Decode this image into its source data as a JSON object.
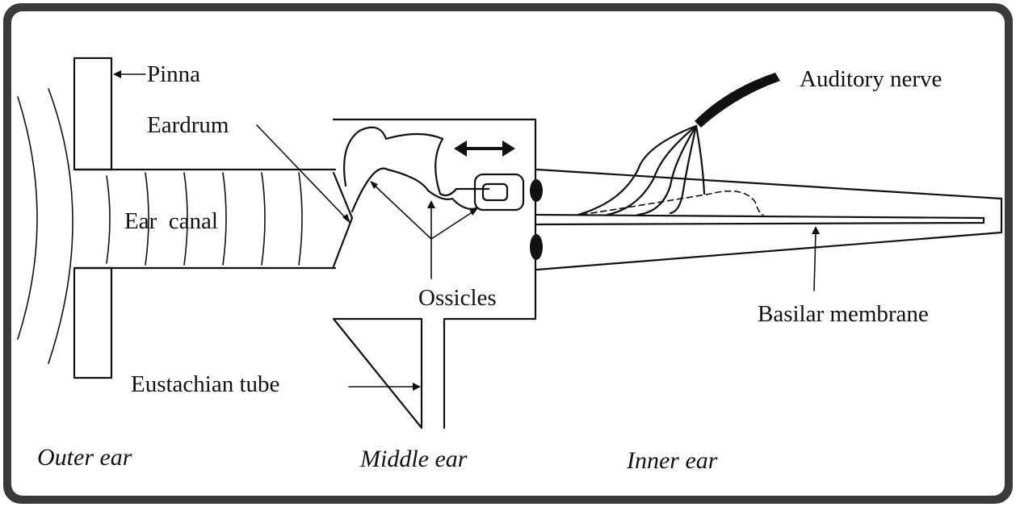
{
  "colors": {
    "frame_outer": "#3a3a3a",
    "frame_inner": "#ffffff",
    "ink": "#111111"
  },
  "labels": {
    "pinna": "Pinna",
    "eardrum": "Eardrum",
    "ear_canal": "Ear  canal",
    "auditory_nerve": "Auditory nerve",
    "ossicles": "Ossicles",
    "basilar_membrane": "Basilar membrane",
    "eustachian_tube": "Eustachian tube"
  },
  "regions": {
    "outer_ear": "Outer ear",
    "middle_ear": "Middle ear",
    "inner_ear": "Inner ear"
  },
  "icons": {
    "vibration_arrow": "double-headed-arrow-icon"
  }
}
